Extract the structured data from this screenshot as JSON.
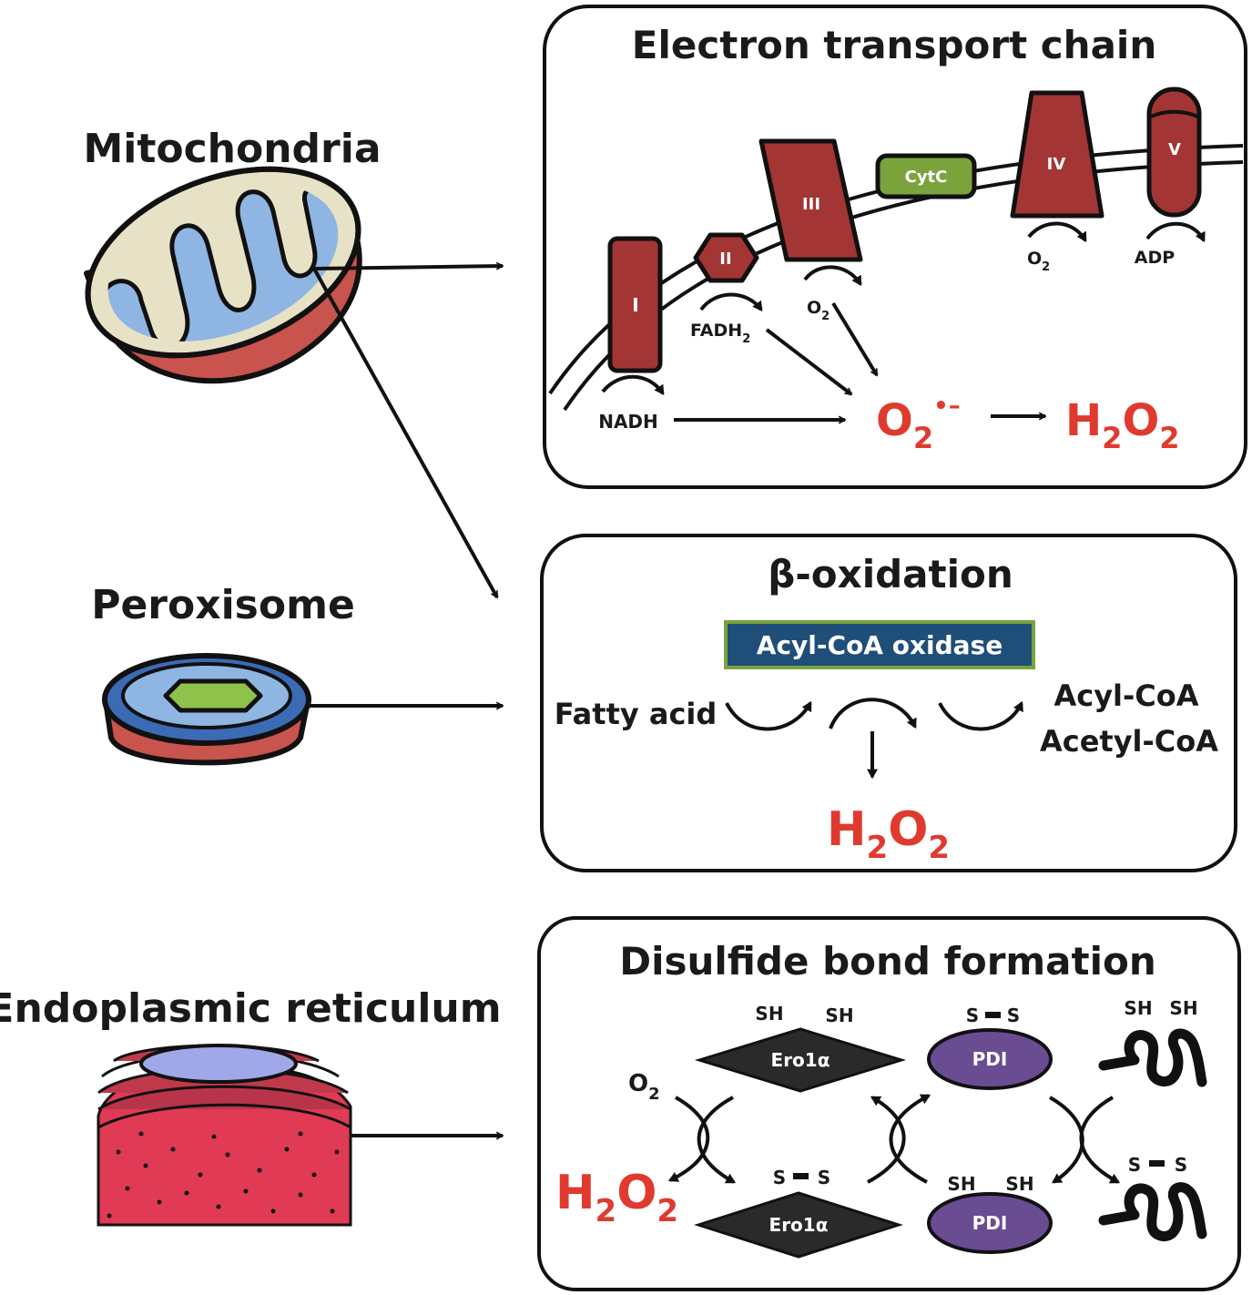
{
  "organelles": {
    "mitochondria": "Mitochondria",
    "peroxisome": "Peroxisome",
    "er": "Endoplasmic reticulum"
  },
  "etc": {
    "title": "Electron transport chain",
    "complex_1": "I",
    "complex_2": "II",
    "complex_3": "III",
    "complex_4": "IV",
    "complex_5": "V",
    "cytc": "CytC",
    "nadh": "NADH",
    "fadh2_main": "FADH",
    "fadh2_sub": "2",
    "o2_a_main": "O",
    "o2_a_sub": "2",
    "o2_b_main": "O",
    "o2_b_sub": "2",
    "adp": "ADP",
    "superoxide_main": "O",
    "superoxide_sub": "2",
    "superoxide_sup": "•–",
    "h2o2_h": "H",
    "h2o2_s1": "2",
    "h2o2_o": "O",
    "h2o2_s2": "2"
  },
  "beta": {
    "title": "β-oxidation",
    "enzyme": "Acyl-CoA oxidase",
    "substrate": "Fatty acid",
    "product_1": "Acyl-CoA",
    "product_2": "Acetyl-CoA",
    "h2o2_h": "H",
    "h2o2_s1": "2",
    "h2o2_o": "O",
    "h2o2_s2": "2"
  },
  "disulfide": {
    "title": "Disulfide bond formation",
    "ero_top": "Ero1α",
    "ero_bottom": "Ero1α",
    "pdi_top": "PDI",
    "pdi_bottom": "PDI",
    "sh_1": "SH",
    "sh_2": "SH",
    "sh_3": "SH",
    "sh_4": "SH",
    "sh_5": "SH",
    "sh_6": "SH",
    "s_1": "S",
    "s_2": "S",
    "s_3": "S",
    "s_4": "S",
    "s_5": "S",
    "s_6": "S",
    "o2_main": "O",
    "o2_sub": "2",
    "h2o2_h": "H",
    "h2o2_s1": "2",
    "h2o2_o": "O",
    "h2o2_s2": "2"
  },
  "colors": {
    "complex": "#a33535",
    "cytc": "#7aa33c",
    "enzyme_box": "#1f4e79",
    "enzyme_border": "#7aa33c",
    "ero": "#2a2a2a",
    "pdi": "#6a4c93",
    "ros_text": "#e03a2e",
    "mito_matrix": "#8fb6e3",
    "mito_outer": "#e7e2c6",
    "mito_red": "#c9534d",
    "er_red": "#e03a55"
  }
}
